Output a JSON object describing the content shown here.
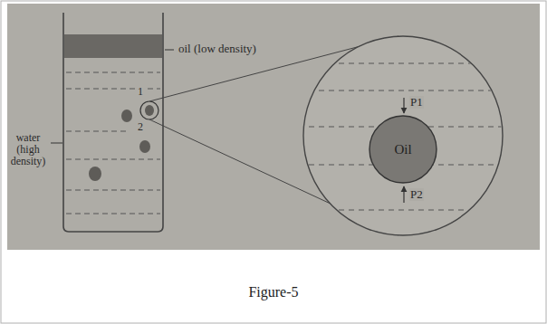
{
  "diagram": {
    "caption": "Figure-5",
    "nodes": [
      {
        "text": [
          "Oil"
        ]
      }
    ],
    "labels": [
      "oil (low density)",
      "water (high density)",
      "1",
      "2",
      "P1",
      "P2"
    ]
  }
}
